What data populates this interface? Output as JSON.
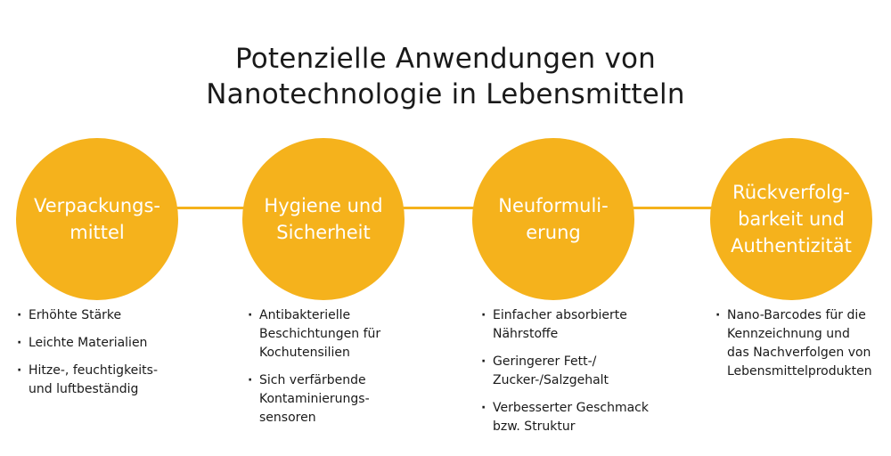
{
  "title": {
    "line1": "Potenzielle Anwendungen von",
    "line2": "Nanotechnologie in Lebensmitteln"
  },
  "colors": {
    "accent": "#F5B21C",
    "text": "#1a1a1a",
    "circle_text": "#ffffff"
  },
  "categories": [
    {
      "label": "Verpackungs-\nmittel",
      "bullets": [
        "Erhöhte Stärke",
        "Leichte Materialien",
        "Hitze-, feuchtigkeits-\nund luftbeständig"
      ]
    },
    {
      "label": "Hygiene und\nSicherheit",
      "bullets": [
        "Antibakterielle\nBeschichtungen für\nKochutensilien",
        "Sich verfärbende\nKontaminierungs-\nsensoren"
      ]
    },
    {
      "label": "Neuformuli-\nerung",
      "bullets": [
        "Einfacher absorbierte\nNährstoffe",
        "Geringerer Fett-/\nZucker-/Salzgehalt",
        "Verbesserter Geschmack\nbzw. Struktur"
      ]
    },
    {
      "label": "Rückverfolg-\nbarkeit und\nAuthentizität",
      "bullets": [
        "Nano-Barcodes für die\nKennzeichnung und\ndas Nachverfolgen von\nLebensmittelprodukten"
      ]
    }
  ]
}
